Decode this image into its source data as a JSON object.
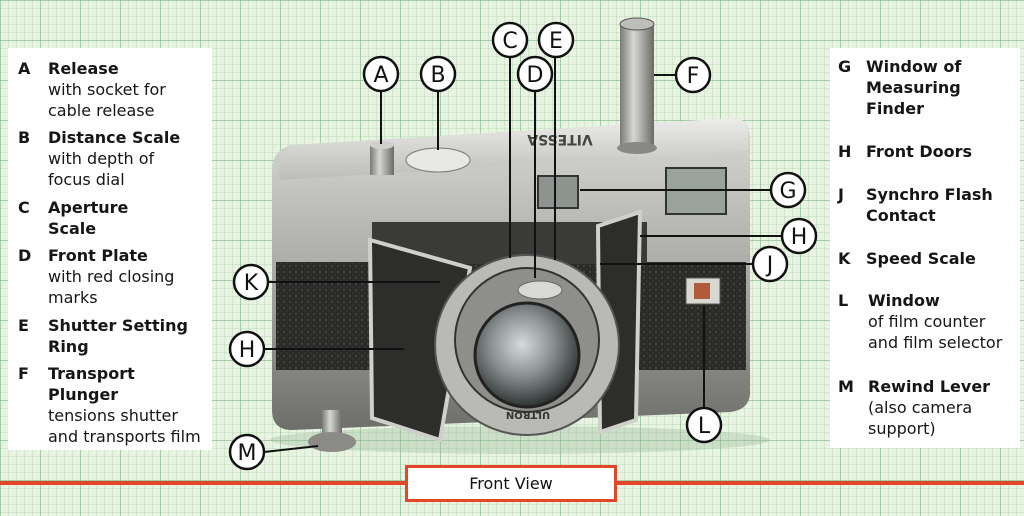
{
  "caption": "Front View",
  "callouts": [
    "A",
    "B",
    "C",
    "D",
    "E",
    "F",
    "G",
    "H",
    "J",
    "K",
    "L",
    "M"
  ],
  "camera_marks": {
    "brand": "VITESSA",
    "lens": "ULTRON"
  },
  "left_legend": [
    {
      "letter": "A",
      "lines": [
        "Release"
      ],
      "desc": [
        "with socket for",
        "cable release"
      ]
    },
    {
      "letter": "B",
      "lines": [
        "Distance Scale"
      ],
      "desc": [
        "with depth of",
        "focus dial"
      ]
    },
    {
      "letter": "C",
      "lines": [
        "Aperture",
        "Scale"
      ],
      "desc": []
    },
    {
      "letter": "D",
      "lines": [
        "Front Plate"
      ],
      "desc": [
        "with red closing",
        "marks"
      ]
    },
    {
      "letter": "E",
      "lines": [
        "Shutter Setting",
        "Ring"
      ],
      "desc": []
    },
    {
      "letter": "F",
      "lines": [
        "Transport",
        "Plunger"
      ],
      "desc": [
        "tensions shutter",
        "and transports film"
      ]
    }
  ],
  "right_legend": [
    {
      "letter": "G",
      "lines": [
        "Window of",
        "Measuring",
        "Finder"
      ],
      "desc": []
    },
    {
      "letter": "H",
      "lines": [
        "Front Doors"
      ],
      "desc": []
    },
    {
      "letter": "J",
      "lines": [
        "Synchro Flash",
        "Contact"
      ],
      "desc": []
    },
    {
      "letter": "K",
      "lines": [
        "Speed Scale"
      ],
      "desc": []
    },
    {
      "letter": "L",
      "lines": [
        "Window"
      ],
      "desc": [
        "of film counter",
        "and film selector"
      ]
    },
    {
      "letter": "M",
      "lines": [
        "Rewind Lever"
      ],
      "desc": [
        "(also camera",
        "support)"
      ]
    }
  ],
  "colors": {
    "accent_red": "#e4462a",
    "grid_green": "#6eaf78"
  }
}
